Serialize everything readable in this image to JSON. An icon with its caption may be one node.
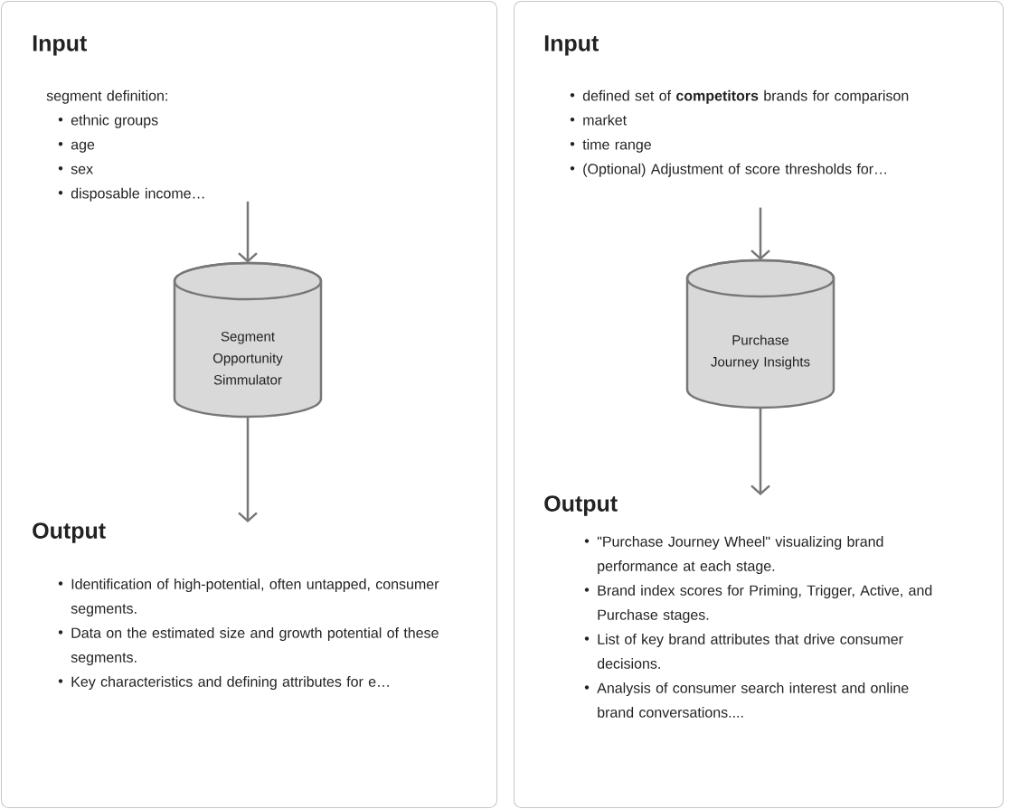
{
  "diagram": {
    "nodes": [
      {
        "text": [],
        "shape": "box"
      },
      {
        "text": [
          "Input",
          "segment definition:",
          "ethnic groups",
          "age",
          "sex",
          "disposable income…"
        ],
        "in": 0
      },
      {
        "text": [
          "Segment Opportunity Simmulator"
        ],
        "in": 0
      },
      {
        "text": [
          "Output",
          "Identification of high-potential, often untapped, consumer segments.",
          "Data on the estimated size and growth potential of these segments.",
          "Key characteristics and defining attributes for e…"
        ],
        "in": 0
      },
      {
        "text": [],
        "shape": "box"
      },
      {
        "text": [
          "Input",
          "defined set of **competitors** brands for comparison",
          "market",
          "time range",
          "(Optional) Adjustment of score thresholds for…"
        ],
        "in": 4
      },
      {
        "text": [
          "Purchase Journey Insights"
        ],
        "in": 4
      },
      {
        "text": [
          "Output",
          "\"Purchase Journey Wheel\" visualizing brand performance at each stage.",
          "Brand index scores for Priming, Trigger, Active, and Purchase stages.",
          "List of key brand attributes that drive consumer decisions.",
          "Analysis of consumer search interest and online brand conversations...."
        ],
        "in": 4
      }
    ],
    "edges": [
      {
        "from": 1,
        "to": 2,
        "arrow": "to"
      },
      {
        "from": 2,
        "to": 3,
        "arrow": "to"
      },
      {
        "from": 5,
        "to": 6,
        "arrow": "to"
      },
      {
        "from": 6,
        "to": 7,
        "arrow": "to"
      }
    ]
  }
}
